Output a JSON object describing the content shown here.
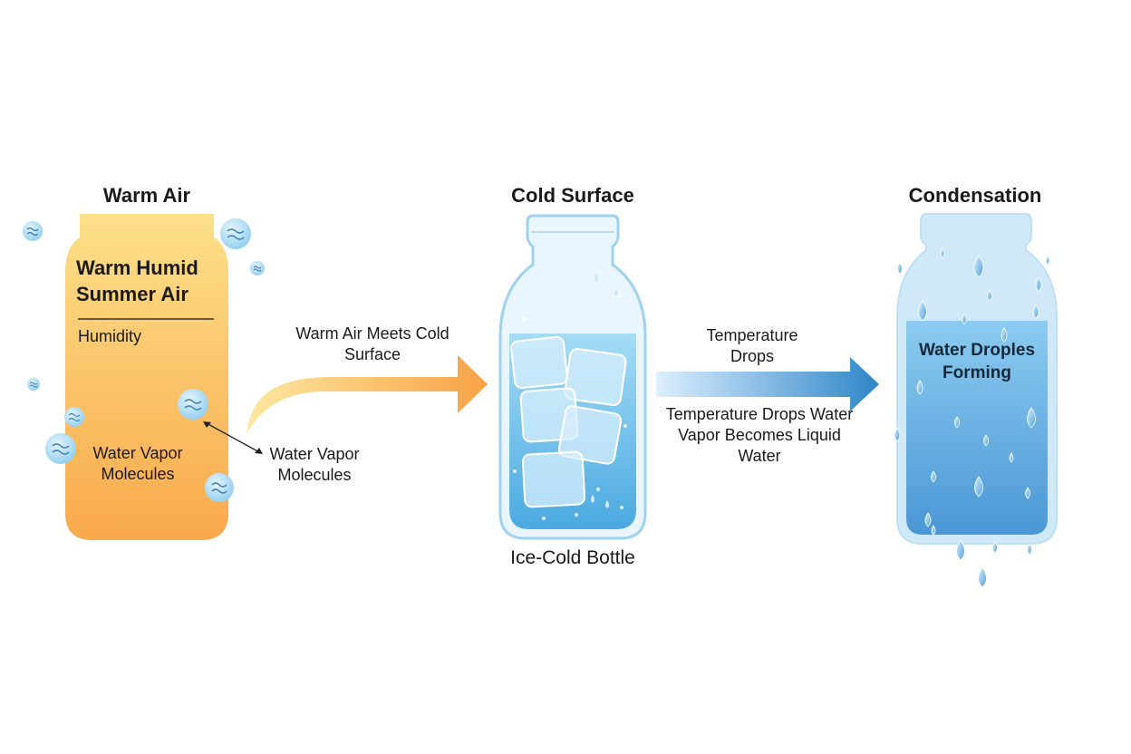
{
  "warm_air": {
    "title": "Warm Air",
    "heading": "Warm Humid Summer Air",
    "humidity_label": "Humidity",
    "vapor_label": "Water Vapor Molecules",
    "callout_label": "Water Vapor Molecules",
    "color_top": "#fde08a",
    "color_bottom": "#f9a94b"
  },
  "cold_surface": {
    "title": "Cold Surface",
    "caption": "Ice-Cold Bottle",
    "arrow_label": "Warm Air Meets Cold Surface",
    "water_color": "#5ab4e6"
  },
  "condensation": {
    "title": "Condensation",
    "inside_label": "Water Droples Forming",
    "arrow_top_label": "Temperature Drops",
    "arrow_bottom_label": "Temperature Drops Water Vapor Becomes Liquid Water",
    "water_color": "#5aa6dc"
  }
}
